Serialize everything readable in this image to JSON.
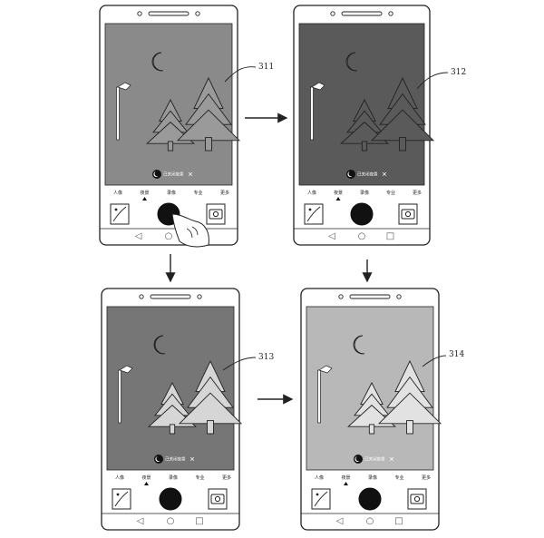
{
  "phones": [
    {
      "id": "311",
      "label": "311",
      "modes": [
        "人像",
        "夜景",
        "录像",
        "专业",
        "更多"
      ],
      "chip_text": "已关闭夜景",
      "chip_close": "✕",
      "nav": [
        "◁",
        "○",
        "□"
      ],
      "screen_color": "#8a8a8a",
      "tree_fill": "#9a9a9a",
      "moon_fill": "#c6c6c6",
      "has_hand": true
    },
    {
      "id": "312",
      "label": "312",
      "modes": [
        "人像",
        "夜景",
        "录像",
        "专业",
        "更多"
      ],
      "chip_text": "已关闭夜景",
      "chip_close": "✕",
      "nav": [
        "◁",
        "○",
        "□"
      ],
      "screen_color": "#5a5a5a",
      "tree_fill": "#5a5a5a",
      "moon_fill": "#e8e8e8",
      "has_hand": false
    },
    {
      "id": "313",
      "label": "313",
      "modes": [
        "人像",
        "夜景",
        "录像",
        "专业",
        "更多"
      ],
      "chip_text": "已关闭夜景",
      "chip_close": "✕",
      "nav": [
        "◁",
        "○",
        "□"
      ],
      "screen_color": "#767676",
      "tree_fill": "#d6d6d6",
      "moon_fill": "#2e2e2e",
      "has_hand": false
    },
    {
      "id": "314",
      "label": "314",
      "modes": [
        "人像",
        "夜景",
        "录像",
        "专业",
        "更多"
      ],
      "chip_text": "已关闭夜景",
      "chip_close": "✕",
      "nav": [
        "◁",
        "○",
        "□"
      ],
      "screen_color": "#b8b8b8",
      "tree_fill": "#e2e2e2",
      "moon_fill": "#ffffff",
      "has_hand": false
    }
  ],
  "colors": {
    "line": "#222222",
    "phone_bg": "#ffffff"
  }
}
